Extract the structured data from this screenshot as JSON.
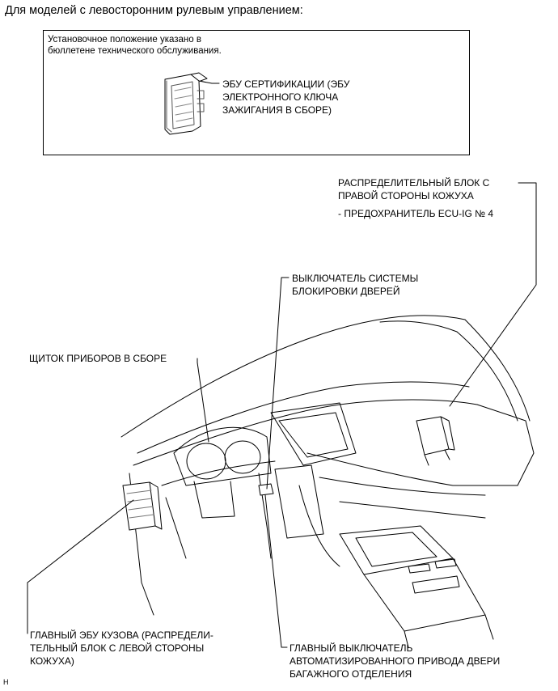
{
  "heading": "Для моделей с левосторонним рулевым управлением:",
  "note": {
    "line1": "Установочное положение указано в",
    "line2": "бюллетене технического обслуживания."
  },
  "labels": {
    "cert_ecu": [
      "ЭБУ СЕРТИФИКАЦИИ (ЭБУ",
      "ЭЛЕКТРОННОГО КЛЮЧА",
      "ЗАЖИГАНИЯ В СБОРЕ)"
    ],
    "junction_right": [
      "РАСПРЕДЕЛИТЕЛЬНЫЙ БЛОК С",
      "ПРАВОЙ СТОРОНЫ КОЖУХА"
    ],
    "fuse": "- ПРЕДОХРАНИТЕЛЬ ECU-IG № 4",
    "door_lock_switch": [
      "ВЫКЛЮЧАТЕЛЬ СИСТЕМЫ",
      "БЛОКИРОВКИ ДВЕРЕЙ"
    ],
    "combination_meter": "ЩИТОК ПРИБОРОВ В СБОРЕ",
    "main_body_ecu": [
      "ГЛАВНЫЙ ЭБУ КУЗОВА (РАСПРЕДЕЛИ-",
      "ТЕЛЬНЫЙ БЛОК С ЛЕВОЙ СТОРОНЫ",
      "КОЖУХА)"
    ],
    "back_door_switch": [
      "ГЛАВНЫЙ ВЫКЛЮЧАТЕЛЬ",
      "АВТОМАТИЗИРОВАННОГО ПРИВОДА ДВЕРИ",
      "БАГАЖНОГО ОТДЕЛЕНИЯ"
    ]
  },
  "footer": "H"
}
